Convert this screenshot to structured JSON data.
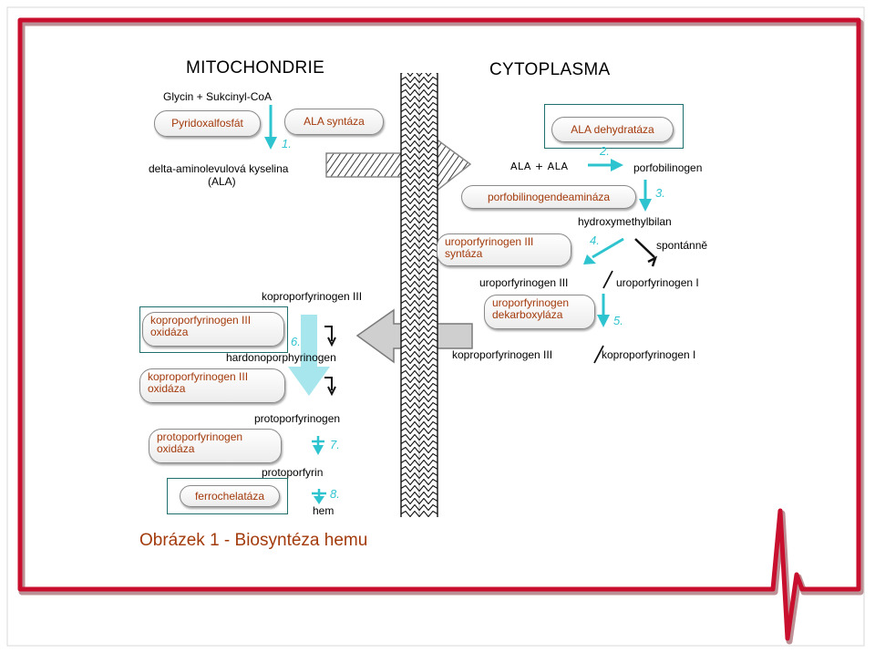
{
  "headers": {
    "mitochondria": "MITOCHONDRIE",
    "cytoplasm": "CYTOPLASMA"
  },
  "compounds": {
    "glycine": "Glycin + Sukcinyl-CoA",
    "ala_full": "delta-aminolevulová kyselina",
    "ala_abbr": "(ALA)",
    "ala_ala": "ALA + ALA",
    "porphobilinogen": "porfobilinogen",
    "hydroxymethylbilane": "hydroxymethylbilan",
    "spontaneous": "spontánně",
    "uro3": "uroporfyrinogen III",
    "uro1": "uroporfyrinogen I",
    "copro3_cyto": "koproporfyrinogen III",
    "copro1": "koproporfyrinogen I",
    "copro3_mito": "koproporfyrinogen III",
    "harderoporphyrinogen": "hardonoporphyrinogen",
    "protoporphyrinogen": "protoporfyrinogen",
    "protoporphyrin": "protoporfyrin",
    "heme": "hem"
  },
  "enzymes": {
    "pyridoxal": "Pyridoxalfosfát",
    "ala_synthase": "ALA syntáza",
    "ala_dehydratase": "ALA dehydratáza",
    "pbg_deaminase": "porfobilinogendeamináza",
    "uro3_synthase_l1": "uroporfyrinogen III",
    "uro3_synthase_l2": "syntáza",
    "uro_decarbox_l1": "uroporfyrinogen",
    "uro_decarbox_l2": "dekarboxyláza",
    "copro_oxidase_a_l1": "koproporfyrinogen III",
    "copro_oxidase_a_l2": "oxidáza",
    "copro_oxidase_b_l1": "koproporfyrinogen III",
    "copro_oxidase_b_l2": "oxidáza",
    "proto_oxidase_l1": "protoporfyrinogen",
    "proto_oxidase_l2": "oxidáza",
    "ferrochelatase": "ferrochelatáza"
  },
  "steps": [
    "1.",
    "2.",
    "3.",
    "4.",
    "5.",
    "6.",
    "7.",
    "8."
  ],
  "caption": "Obrázek 1 - Biosyntéza hemu",
  "colors": {
    "frame": "#c8102e",
    "enzyme_text": "#a33a0c",
    "step_arrow": "#2ec4cf",
    "box_border": "#1f6f6f"
  }
}
